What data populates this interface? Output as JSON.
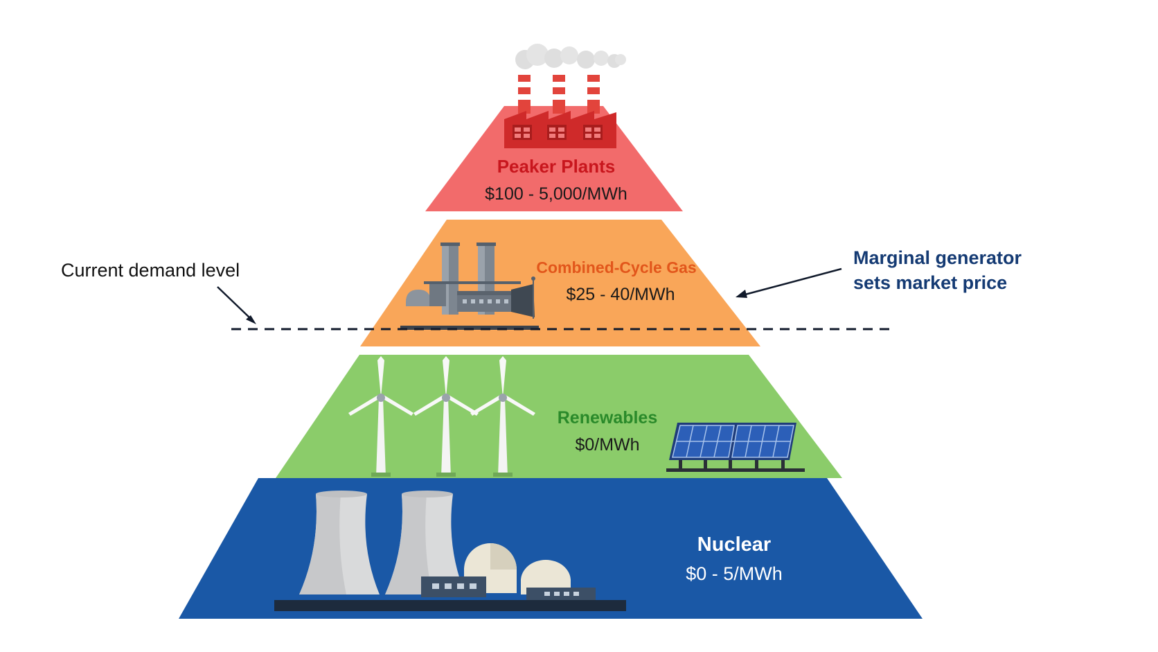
{
  "tiers": {
    "peaker": {
      "name": "Peaker Plants",
      "price": "$100 - 5,000/MWh",
      "fill": "#f26b6b",
      "name_color": "#c8161d"
    },
    "gas": {
      "name": "Combined-Cycle Gas",
      "price": "$25 - 40/MWh",
      "fill": "#f9a659",
      "name_color": "#e2561b"
    },
    "renew": {
      "name": "Renewables",
      "price": "$0/MWh",
      "fill": "#8bcc6a",
      "name_color": "#2a8a2a"
    },
    "nuclear": {
      "name": "Nuclear",
      "price": "$0 - 5/MWh",
      "fill": "#1a58a6",
      "name_color": "#ffffff"
    }
  },
  "annotations": {
    "demand_label": "Current demand level",
    "marginal_line1": "Marginal generator",
    "marginal_line2": "sets market price",
    "marginal_color": "#143a73"
  },
  "icons": {
    "peaker": "factory-icon",
    "gas": "gas-plant-icon",
    "wind": "wind-turbine-icon",
    "solar": "solar-panel-icon",
    "nuclear": "nuclear-plant-icon"
  }
}
